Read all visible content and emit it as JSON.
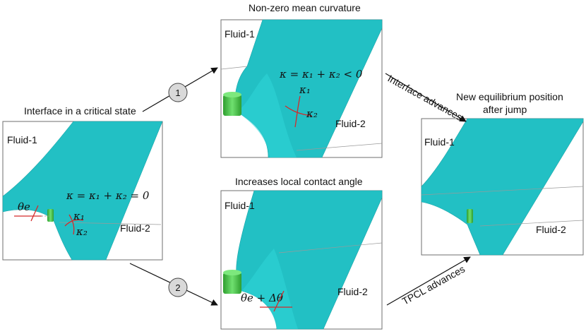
{
  "titles": {
    "left": "Interface in a critical state",
    "top": "Non-zero mean curvature",
    "bottom": "Increases local contact angle",
    "right_line1": "New equilibrium position",
    "right_line2": "after jump"
  },
  "fluids": {
    "fluid1": "Fluid-1",
    "fluid2": "Fluid-2"
  },
  "equations": {
    "critical": "κ = κ₁ + κ₂ = 0",
    "nonzero": "κ = κ₁ + κ₂ < 0",
    "theta_e": "θe",
    "theta_delta": "θe + Δθ",
    "kappa1": "κ₁",
    "kappa2": "κ₂"
  },
  "steps": {
    "one": "1",
    "two": "2"
  },
  "arrow_labels": {
    "top": "Interface advances",
    "bottom": "TPCL advances"
  },
  "colors": {
    "interface": "#22c0c4",
    "cylinder": "#3cc23c",
    "curvature_lines": "#d42a2a"
  }
}
